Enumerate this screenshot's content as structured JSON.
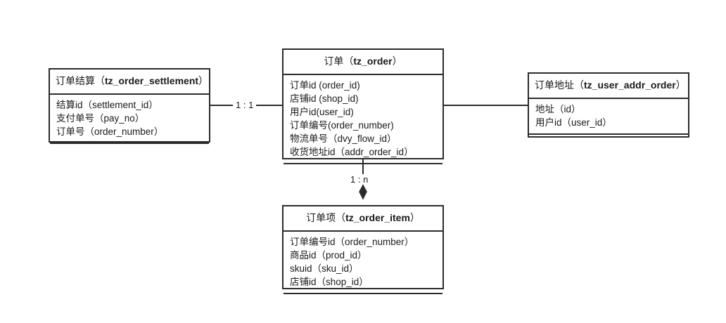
{
  "diagram": {
    "type": "er-diagram",
    "background": "#ffffff",
    "line_color": "#2b2b2b",
    "entities": [
      {
        "id": "tz_order_settlement",
        "name_cn": "订单结算",
        "table": "tz_order_settlement",
        "header": "订单结算（tz_order_settlement）",
        "attributes": [
          "结算id（settlement_id）",
          "支付单号（pay_no）",
          "订单号（order_number）"
        ]
      },
      {
        "id": "tz_order",
        "name_cn": "订单",
        "table": "tz_order",
        "header": "订单（tz_order）",
        "attributes": [
          "订单id (order_id)",
          "店铺id (shop_id)",
          "用户id(user_id)",
          "订单编号(order_number)",
          "物流单号（dvy_flow_id）",
          "收货地址id（addr_order_id）"
        ]
      },
      {
        "id": "tz_user_addr_order",
        "name_cn": "订单地址",
        "table": "tz_user_addr_order",
        "header": "订单地址（tz_user_addr_order）",
        "attributes": [
          "地址（id）",
          "用户id（user_id）"
        ]
      },
      {
        "id": "tz_order_item",
        "name_cn": "订单项",
        "table": "tz_order_item",
        "header": "订单项（tz_order_item）",
        "attributes": [
          "订单编号id（order_number）",
          "商品id（prod_id）",
          "skuid（sku_id）",
          "店铺id（shop_id）"
        ]
      }
    ],
    "relationships": [
      {
        "id": "settlement-order",
        "from": "tz_order_settlement",
        "to": "tz_order",
        "label": "1 : 1",
        "marker": "none"
      },
      {
        "id": "order-addr",
        "from": "tz_order",
        "to": "tz_user_addr_order",
        "label": "",
        "marker": "none"
      },
      {
        "id": "order-item",
        "from": "tz_order",
        "to": "tz_order_item",
        "label": "1 : n",
        "marker": "filled-diamond"
      }
    ]
  }
}
